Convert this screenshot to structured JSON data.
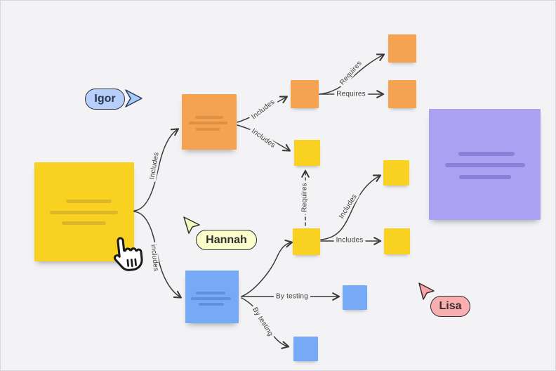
{
  "palette": {
    "background": "#f3f3f5",
    "edge_color": "#3a3a3a",
    "yellow": "#f9d120",
    "yellow_line": "#dcb62a",
    "orange": "#f5a251",
    "orange_line": "#dd9145",
    "blue": "#76aaf6",
    "blue_line": "#5f90db",
    "purple": "#aba1f2",
    "purple_line": "#8c7ed9"
  },
  "cursors": {
    "igor": {
      "label": "Igor",
      "pill_fill": "#b6d0fb",
      "cursor_fill": "#a9c9f9",
      "text_color": "#2b3550"
    },
    "hannah": {
      "label": "Hannah",
      "pill_fill": "#fafcca",
      "cursor_fill": "#f6f9c0",
      "text_color": "#30302e"
    },
    "lisa": {
      "label": "Lisa",
      "pill_fill": "#f9aeb0",
      "cursor_fill": "#f6a4a7",
      "text_color": "#3a2a2b"
    }
  },
  "edge_labels": {
    "yellow_to_orange": "Includes",
    "yellow_to_blue": "includes",
    "orange_to_hub": "Includes",
    "orange_to_yellow_d": "Includes",
    "hub_to_orange_top": "Requires",
    "hub_to_orange_right": "Requires",
    "yellow_f_to_yellow_d": "Requires",
    "yellow_f_to_yellow_e": "Includes",
    "yellow_f_to_yellow_g": "Includes",
    "blue_to_blue_h": "By testing",
    "blue_to_blue_i": "By testing"
  }
}
